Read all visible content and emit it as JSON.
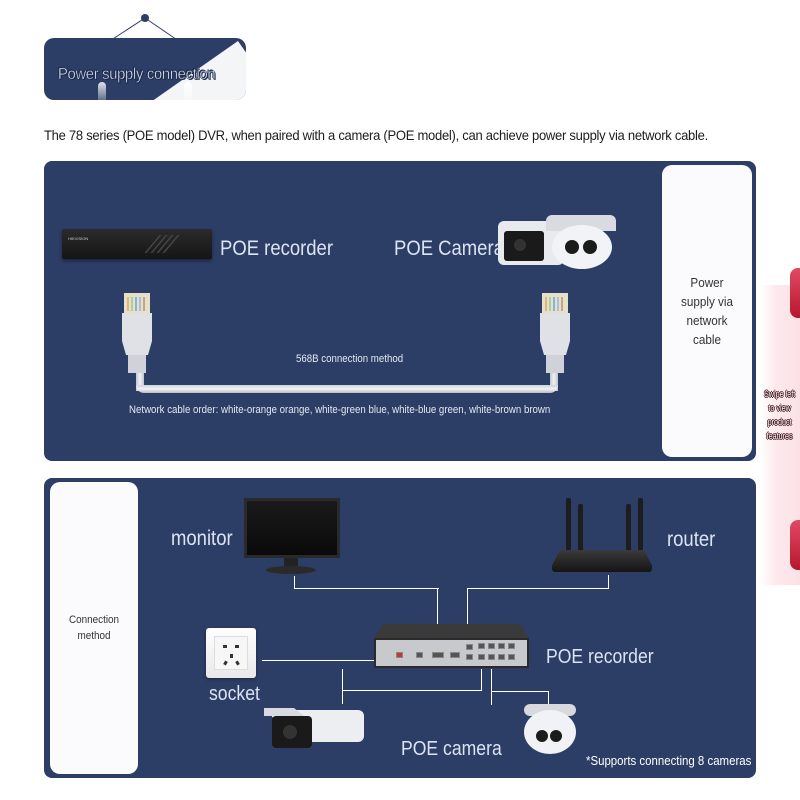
{
  "header": {
    "title": "Power supply connection"
  },
  "intro_text": "The 78 series (POE model) DVR, when paired with a camera (POE model), can achieve power supply via network cable.",
  "panel_poe": {
    "recorder_label": "POE recorder",
    "camera_label": "POE Camera",
    "dvr_brand": "HIKVISION",
    "method_label": "568B connection method",
    "cable_order": "Network cable order: white-orange orange, white-green blue, white-blue green, white-brown brown",
    "side_card": "Power supply via network cable"
  },
  "panel_connection": {
    "side_card": "Connection method",
    "monitor_label": "monitor",
    "router_label": "router",
    "socket_label": "socket",
    "recorder_label": "POE recorder",
    "camera_label": "POE camera",
    "note": "*Supports connecting 8 cameras"
  },
  "swipe_hint": {
    "text": "Swipe left to view product features"
  },
  "colors": {
    "panel": "#2c3d66",
    "card": "#fbfbfd",
    "label": "#dce3f2",
    "accent_red": "#c8203c"
  }
}
